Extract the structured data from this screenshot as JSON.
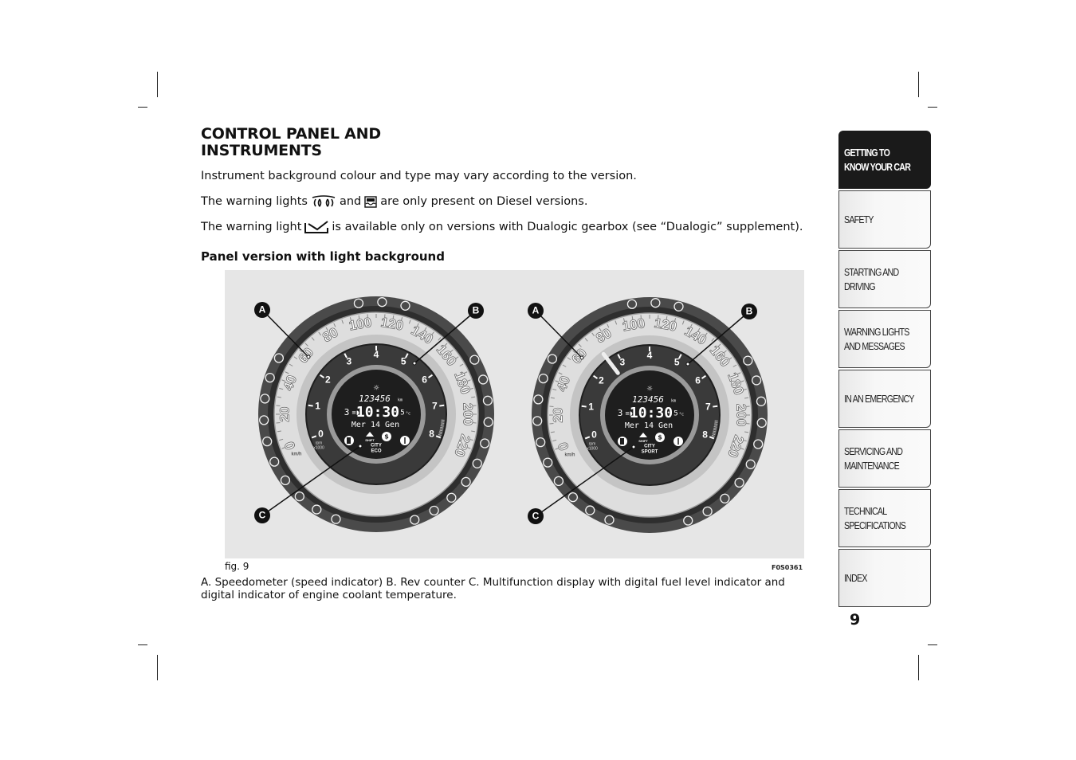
{
  "heading": {
    "line1": "CONTROL PANEL AND",
    "line2": "INSTRUMENTS"
  },
  "paragraphs": {
    "p1": "Instrument background colour and type may vary according to the version.",
    "p2_pre": "The warning lights",
    "p2_mid": "and",
    "p2_post": "are only present on Diesel versions.",
    "p3_pre": "The warning light",
    "p3_post": "is available only on versions with Dualogic gearbox (see “Dualogic” supplement)."
  },
  "warning_icons": {
    "glow_plug": "glow-plug-icon",
    "water_in_fuel": "water-in-fuel-icon",
    "dualogic": "dualogic-gearbox-icon"
  },
  "subheading": "Panel version with light background",
  "figure": {
    "label": "fig. 9",
    "code": "F0S0361",
    "callouts": [
      "A",
      "B",
      "C"
    ],
    "speed_scale": [
      "0",
      "20",
      "40",
      "60",
      "80",
      "100",
      "120",
      "140",
      "160",
      "180",
      "200",
      "220"
    ],
    "rpm_scale": [
      "0",
      "1",
      "2",
      "3",
      "4",
      "5",
      "6",
      "7",
      "8"
    ],
    "speed_unit": "km/h",
    "rpm_unit": "rpm\nx1000",
    "clusters": [
      {
        "odometer": "123456",
        "odometer_unit": "km",
        "gear": "3",
        "time": "10:30",
        "temp": "5",
        "temp_unit": "°c",
        "date": "Mer 14 Gen",
        "shift": "SHIFT",
        "mode_line1": "CITY",
        "mode_line2": "ECO"
      },
      {
        "odometer": "123456",
        "odometer_unit": "km",
        "gear": "3",
        "time": "10:30",
        "temp": "5",
        "temp_unit": "°c",
        "date": "Mer 14 Gen",
        "shift": "SHIFT",
        "mode_line1": "CITY",
        "mode_line2": "SPORT"
      }
    ]
  },
  "caption": "A. Speedometer (speed indicator) B. Rev counter C. Multifunction display with digital fuel level indicator and digital indicator of engine coolant temperature.",
  "tabs": [
    {
      "label": "GETTING TO\nKNOW YOUR CAR",
      "active": true
    },
    {
      "label": "SAFETY",
      "active": false
    },
    {
      "label": "STARTING AND\nDRIVING",
      "active": false
    },
    {
      "label": "WARNING LIGHTS\nAND MESSAGES",
      "active": false
    },
    {
      "label": "IN AN EMERGENCY",
      "active": false
    },
    {
      "label": "SERVICING AND\nMAINTENANCE",
      "active": false
    },
    {
      "label": "TECHNICAL\nSPECIFICATIONS",
      "active": false
    },
    {
      "label": "INDEX",
      "active": false
    }
  ],
  "page_number": "9",
  "colors": {
    "tab_active": "#1a1a1a",
    "figure_bg": "#e6e6e6",
    "dial_dark": "#3a3a3a"
  }
}
